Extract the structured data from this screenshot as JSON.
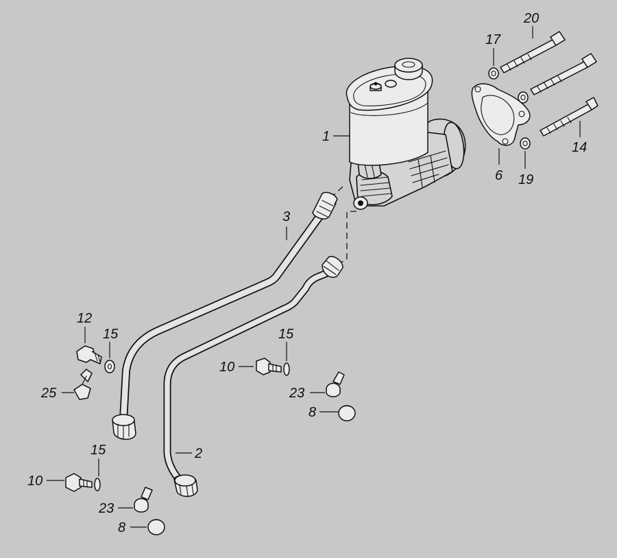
{
  "callouts": [
    {
      "id": "c20",
      "text": "20"
    },
    {
      "id": "c17",
      "text": "17"
    },
    {
      "id": "c1",
      "text": "1"
    },
    {
      "id": "c6",
      "text": "6"
    },
    {
      "id": "c19",
      "text": "19"
    },
    {
      "id": "c14",
      "text": "14"
    },
    {
      "id": "c3",
      "text": "3"
    },
    {
      "id": "c12",
      "text": "12"
    },
    {
      "id": "c15a",
      "text": "15"
    },
    {
      "id": "c15b",
      "text": "15"
    },
    {
      "id": "c10a",
      "text": "10"
    },
    {
      "id": "c25",
      "text": "25"
    },
    {
      "id": "c23a",
      "text": "23"
    },
    {
      "id": "c8a",
      "text": "8"
    },
    {
      "id": "c15c",
      "text": "15"
    },
    {
      "id": "c2",
      "text": "2"
    },
    {
      "id": "c10b",
      "text": "10"
    },
    {
      "id": "c23b",
      "text": "23"
    },
    {
      "id": "c8b",
      "text": "8"
    }
  ]
}
